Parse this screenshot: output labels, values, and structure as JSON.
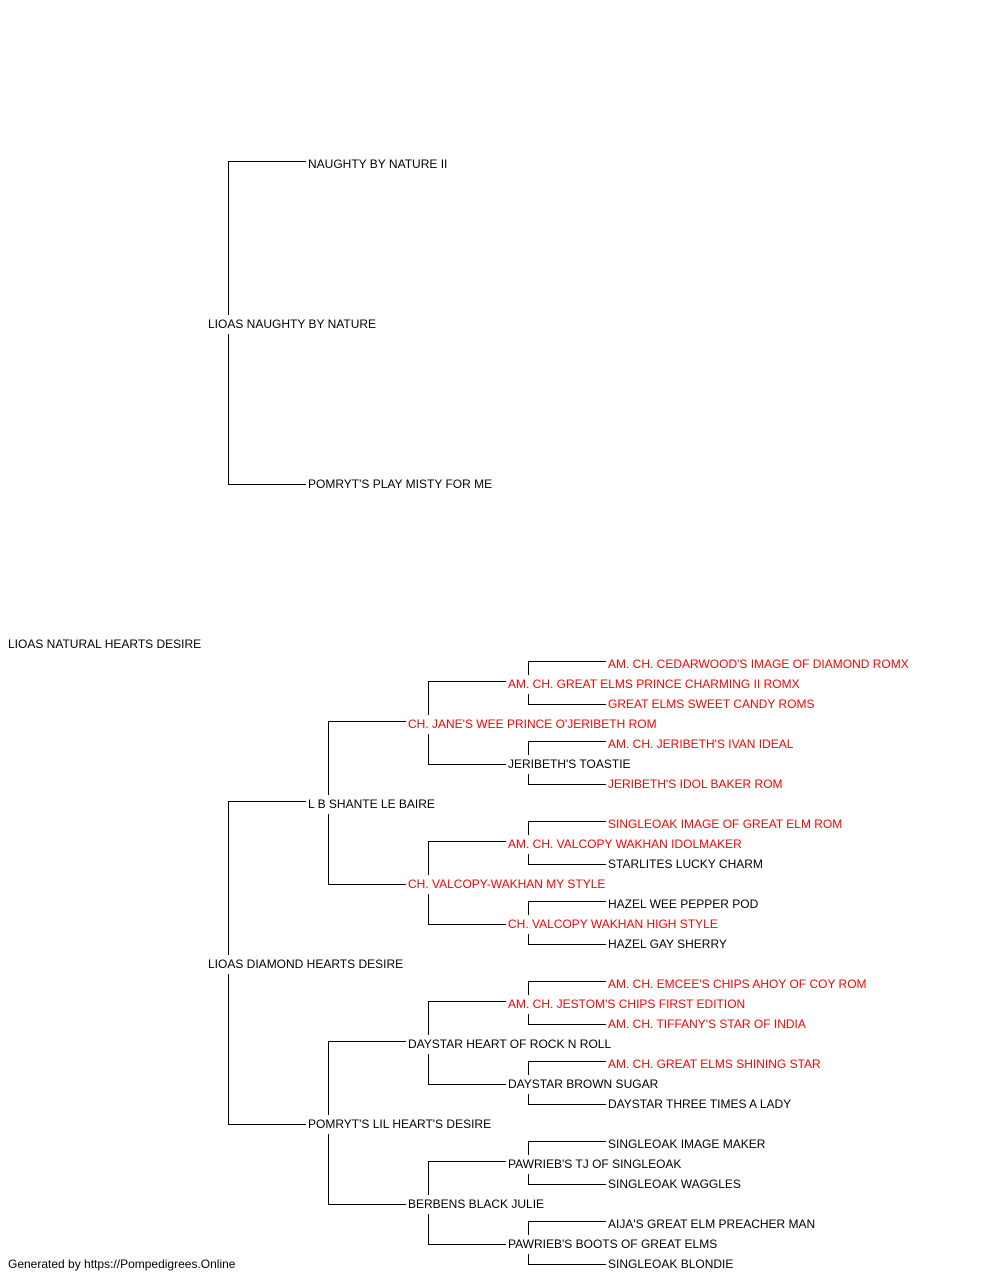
{
  "subject": "LIOAS NATURAL HEARTS DESIRE",
  "footer": "Generated by https://Pompedigrees.Online",
  "colors": {
    "champion": "#ff0000",
    "normal": "#000000",
    "lines": "#000000"
  },
  "sire": {
    "name": "LIOAS NAUGHTY BY NATURE",
    "sire": {
      "name": "NAUGHTY BY NATURE II"
    },
    "dam": {
      "name": "POMRYT'S PLAY MISTY FOR ME"
    }
  },
  "dam": {
    "name": "LIOAS DIAMOND HEARTS DESIRE",
    "sire": {
      "name": "L B SHANTE LE BAIRE",
      "sire": {
        "name": "CH. JANE'S WEE PRINCE O'JERIBETH ROM",
        "champion": true,
        "sire": {
          "name": "AM. CH. GREAT ELMS PRINCE CHARMING II ROMX",
          "champion": true,
          "sire": {
            "name": "AM. CH. CEDARWOOD'S IMAGE OF DIAMOND ROMX",
            "champion": true
          },
          "dam": {
            "name": "GREAT ELMS SWEET CANDY ROMS",
            "champion": true
          }
        },
        "dam": {
          "name": "JERIBETH'S TOASTIE",
          "sire": {
            "name": "AM. CH. JERIBETH'S IVAN IDEAL",
            "champion": true
          },
          "dam": {
            "name": "JERIBETH'S IDOL BAKER ROM",
            "champion": true
          }
        }
      },
      "dam": {
        "name": "CH. VALCOPY-WAKHAN MY STYLE",
        "champion": true,
        "sire": {
          "name": "AM. CH. VALCOPY WAKHAN IDOLMAKER",
          "champion": true,
          "sire": {
            "name": "SINGLEOAK IMAGE OF GREAT ELM ROM",
            "champion": true
          },
          "dam": {
            "name": "STARLITES LUCKY CHARM"
          }
        },
        "dam": {
          "name": "CH. VALCOPY WAKHAN HIGH STYLE",
          "champion": true,
          "sire": {
            "name": "HAZEL WEE PEPPER POD"
          },
          "dam": {
            "name": "HAZEL GAY SHERRY"
          }
        }
      }
    },
    "dam": {
      "name": "POMRYT'S LIL HEART'S DESIRE",
      "sire": {
        "name": "DAYSTAR HEART OF ROCK N ROLL",
        "sire": {
          "name": "AM. CH. JESTOM'S CHIPS FIRST EDITION",
          "champion": true,
          "sire": {
            "name": "AM. CH. EMCEE'S CHIPS AHOY OF COY ROM",
            "champion": true
          },
          "dam": {
            "name": "AM. CH. TIFFANY'S STAR OF INDIA",
            "champion": true
          }
        },
        "dam": {
          "name": "DAYSTAR BROWN SUGAR",
          "sire": {
            "name": "AM. CH. GREAT ELMS SHINING STAR",
            "champion": true
          },
          "dam": {
            "name": "DAYSTAR THREE TIMES A LADY"
          }
        }
      },
      "dam": {
        "name": "BERBENS BLACK JULIE",
        "sire": {
          "name": "PAWRIEB'S TJ OF SINGLEOAK",
          "sire": {
            "name": "SINGLEOAK IMAGE MAKER"
          },
          "dam": {
            "name": "SINGLEOAK WAGGLES"
          }
        },
        "dam": {
          "name": "PAWRIEB'S BOOTS OF GREAT ELMS",
          "sire": {
            "name": "AIJA'S GREAT ELM PREACHER MAN"
          },
          "dam": {
            "name": "SINGLEOAK BLONDIE"
          }
        }
      }
    }
  }
}
